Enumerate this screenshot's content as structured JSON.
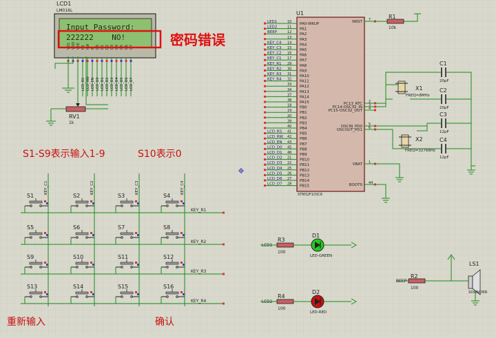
{
  "lcd": {
    "ref": "LCD1",
    "model": "LM016L",
    "line1": "Input Password:",
    "line2": "222222    NO!",
    "pins": [
      "VSS",
      "VDD",
      "VEE",
      "RS",
      "RW",
      "E",
      "D0",
      "D1",
      "D2",
      "D3",
      "D4",
      "D5",
      "D6",
      "D7"
    ],
    "wire_labels": [
      "LCD_RS",
      "LCD_RW",
      "LCD_EN",
      "LCD_D0",
      "LCD_D1",
      "LCD_D2",
      "LCD_D3",
      "LCD_D4",
      "LCD_D5",
      "LCD_D6",
      "LCD_D7"
    ]
  },
  "annotations": {
    "error": "密码错误",
    "keys_1_9": "S1-S9表示输入1-9",
    "key_0": "S10表示0",
    "reenter": "重新输入",
    "confirm": "确认"
  },
  "rv1": {
    "ref": "RV1",
    "value": "1k"
  },
  "mcu": {
    "ref": "U1",
    "part": "STM32F103C6",
    "left_pins": [
      {
        "num": "10",
        "name": "PA0-WKUP",
        "net": "LED1"
      },
      {
        "num": "11",
        "name": "PA1",
        "net": "LED2"
      },
      {
        "num": "12",
        "name": "PA2",
        "net": "BEEP"
      },
      {
        "num": "13",
        "name": "PA3",
        "net": ""
      },
      {
        "num": "14",
        "name": "PA4",
        "net": "KEY_C4"
      },
      {
        "num": "15",
        "name": "PA5",
        "net": "KEY_C3"
      },
      {
        "num": "16",
        "name": "PA6",
        "net": "KEY_C2"
      },
      {
        "num": "17",
        "name": "PA7",
        "net": "KEY_C1"
      },
      {
        "num": "29",
        "name": "PA8",
        "net": "KEY_R1"
      },
      {
        "num": "30",
        "name": "PA9",
        "net": "KEY_R2"
      },
      {
        "num": "31",
        "name": "PA10",
        "net": "KEY_R3"
      },
      {
        "num": "32",
        "name": "PA11",
        "net": "KEY_R4"
      },
      {
        "num": "33",
        "name": "PA12",
        "net": ""
      },
      {
        "num": "34",
        "name": "PA13",
        "net": ""
      },
      {
        "num": "37",
        "name": "PA14",
        "net": ""
      },
      {
        "num": "38",
        "name": "PA15",
        "net": ""
      },
      {
        "num": "18",
        "name": "PB0",
        "net": ""
      },
      {
        "num": "19",
        "name": "PB1",
        "net": ""
      },
      {
        "num": "20",
        "name": "PB2",
        "net": ""
      },
      {
        "num": "39",
        "name": "PB3",
        "net": ""
      },
      {
        "num": "40",
        "name": "PB4",
        "net": ""
      },
      {
        "num": "41",
        "name": "PB5",
        "net": "LCD_RS"
      },
      {
        "num": "42",
        "name": "PB6",
        "net": "LCD_RW"
      },
      {
        "num": "43",
        "name": "PB7",
        "net": "LCD_EN"
      },
      {
        "num": "45",
        "name": "PB8",
        "net": "LCD_D0"
      },
      {
        "num": "46",
        "name": "PB9",
        "net": "LCD_D1"
      },
      {
        "num": "21",
        "name": "PB10",
        "net": "LCD_D2"
      },
      {
        "num": "22",
        "name": "PB11",
        "net": "LCD_D3"
      },
      {
        "num": "25",
        "name": "PB12",
        "net": "LCD_D4"
      },
      {
        "num": "26",
        "name": "PB13",
        "net": "LCD_D5"
      },
      {
        "num": "27",
        "name": "PB14",
        "net": "LCD_D6"
      },
      {
        "num": "28",
        "name": "PB15",
        "net": "LCD_D7"
      }
    ],
    "right_pins": [
      {
        "num": "7",
        "name": "NRST"
      },
      {
        "num": "2",
        "name": "PC13_RTC"
      },
      {
        "num": "3",
        "name": "PC14-OSC32_IN"
      },
      {
        "num": "4",
        "name": "PC15-OSC32_OUT"
      },
      {
        "num": "5",
        "name": "OSCIN_PD0"
      },
      {
        "num": "6",
        "name": "OSCOUT_PD1"
      },
      {
        "num": "1",
        "name": "VBAT"
      },
      {
        "num": "44",
        "name": "BOOT0"
      }
    ]
  },
  "r1": {
    "ref": "R1",
    "value": "10k"
  },
  "caps": [
    {
      "ref": "C1",
      "value": "20pF"
    },
    {
      "ref": "C2",
      "value": "20pF"
    },
    {
      "ref": "C3",
      "value": "12pF"
    },
    {
      "ref": "C4",
      "value": "12pF"
    }
  ],
  "crystals": [
    {
      "ref": "X1",
      "freq": "FREQ=8MHz"
    },
    {
      "ref": "X2",
      "freq": "FREQ=32768Hz"
    }
  ],
  "keypad": {
    "col_labels": [
      "KEY_C1",
      "KEY_C2",
      "KEY_C3",
      "KEY_C4"
    ],
    "row_labels": [
      "KEY_R1",
      "KEY_R2",
      "KEY_R3",
      "KEY_R4"
    ],
    "keys": [
      "S1",
      "S2",
      "S3",
      "S4",
      "S5",
      "S6",
      "S7",
      "S8",
      "S9",
      "S10",
      "S11",
      "S12",
      "S13",
      "S14",
      "S15",
      "S16"
    ]
  },
  "leds": [
    {
      "ref": "D1",
      "type": "LED-GREEN",
      "net": "LED1",
      "res": "R3",
      "res_value": "100",
      "color": "#22cc22"
    },
    {
      "ref": "D2",
      "type": "LED-RED",
      "net": "LED2",
      "res": "R4",
      "res_value": "100",
      "color": "#cc1111"
    }
  ],
  "buzzer": {
    "ref": "LS1",
    "type": "SOUNDER",
    "net": "BEEP",
    "res": "R2",
    "res_value": "100"
  }
}
